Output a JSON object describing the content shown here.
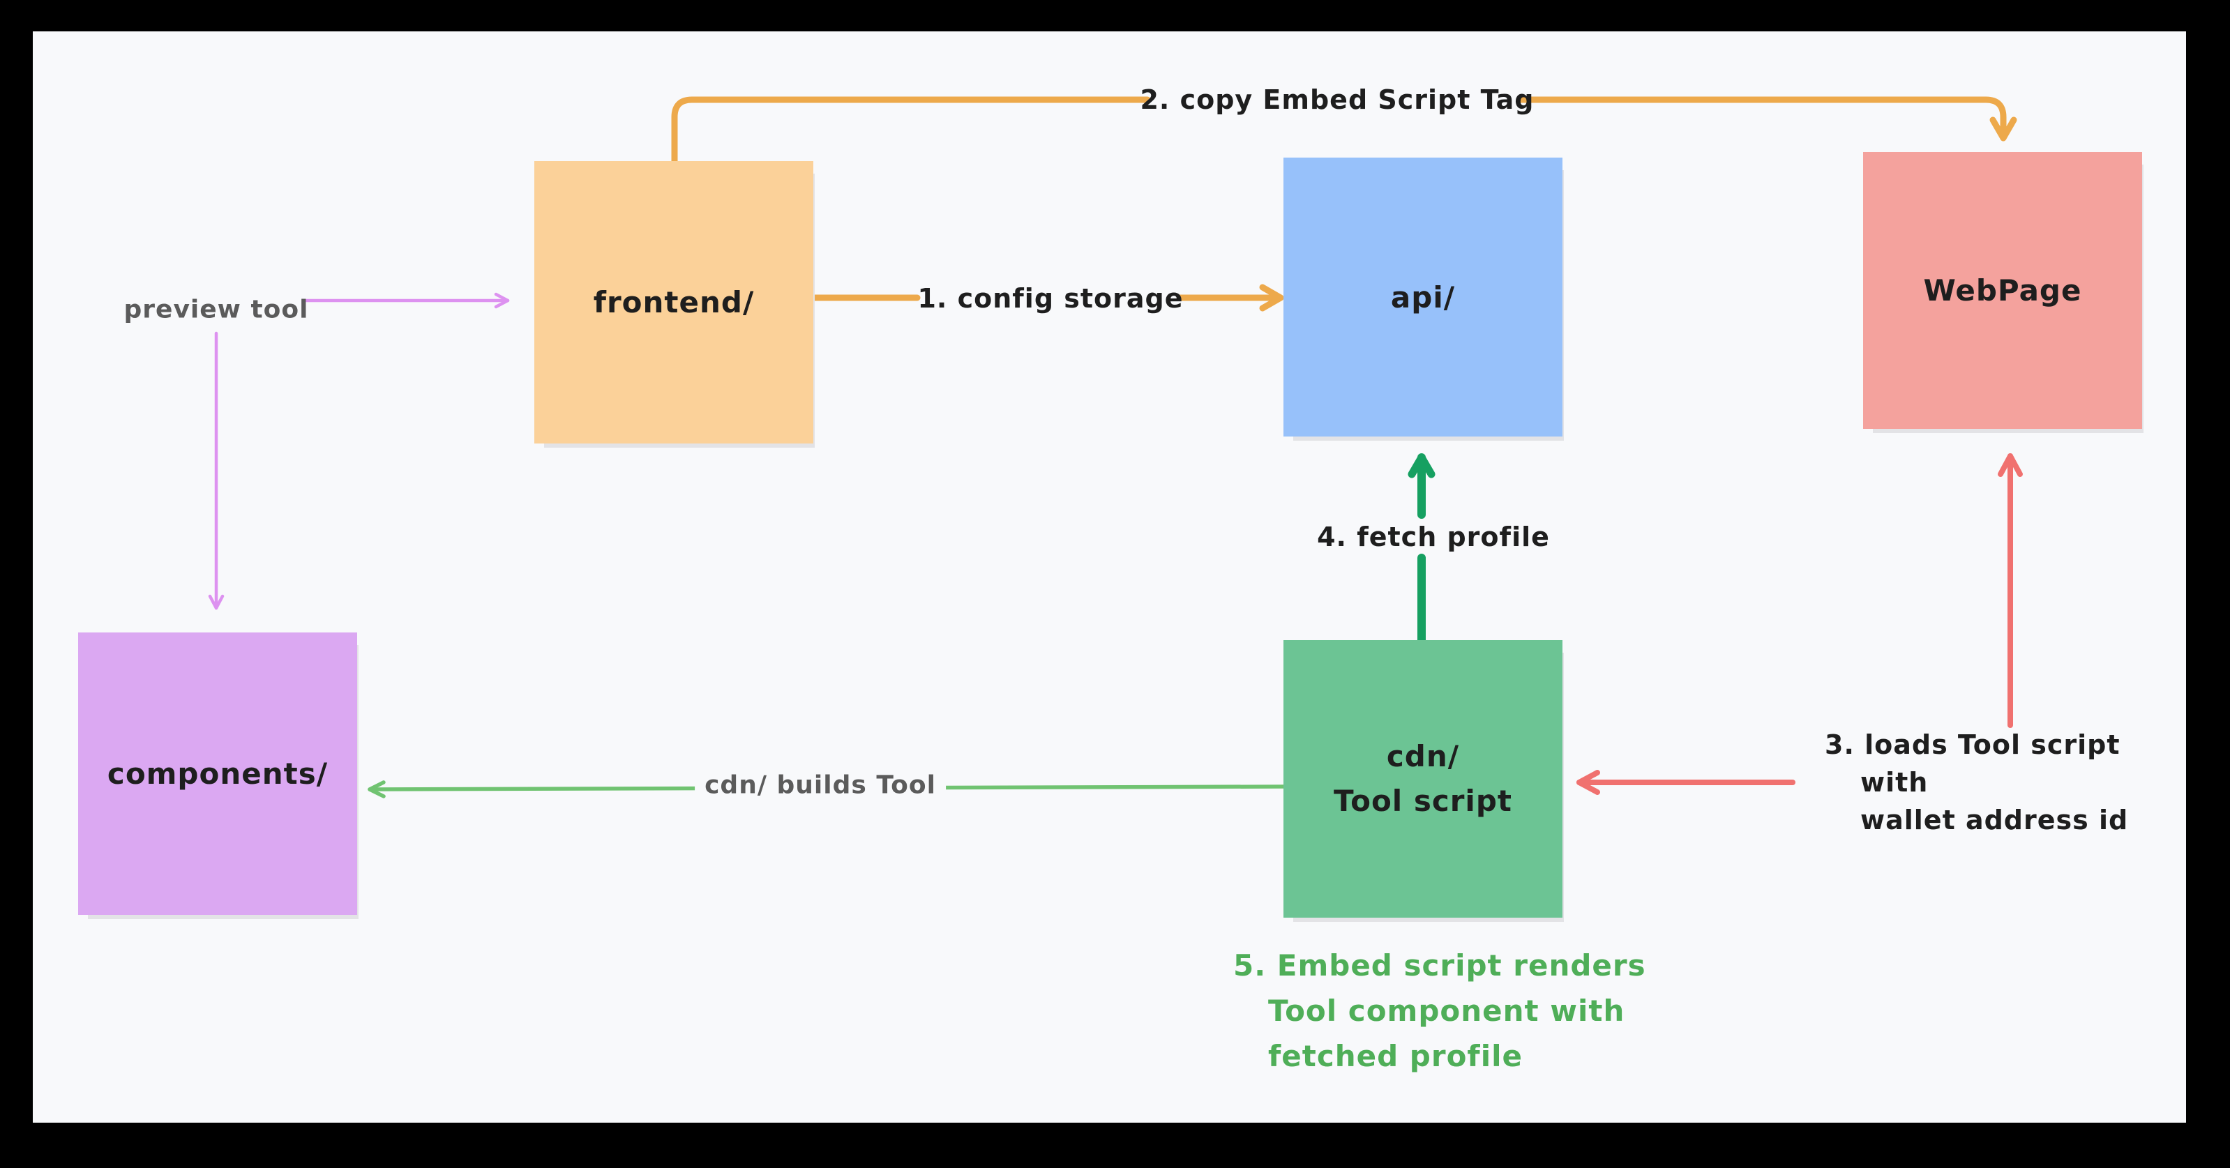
{
  "canvas": {
    "background": "#f8f9fb",
    "frame_color": "#000000"
  },
  "nodes": {
    "frontend": {
      "label": "frontend/",
      "fill": "#fbd199"
    },
    "api": {
      "label": "api/",
      "fill": "#97c1fa"
    },
    "webpage": {
      "label": "WebPage",
      "fill": "#f4a29d"
    },
    "components": {
      "label": "components/",
      "fill": "#dba8f2"
    },
    "cdn": {
      "label_line1": "cdn/",
      "label_line2": "Tool script",
      "fill": "#6cc494"
    }
  },
  "edges": {
    "preview_tool": {
      "label": "preview tool",
      "color": "#dd92f0",
      "from": "preview tool label",
      "to": "frontend/ and components/"
    },
    "config_storage": {
      "label": "1. config storage",
      "color": "#eda94b",
      "from": "frontend/",
      "to": "api/"
    },
    "copy_embed": {
      "label": "2. copy Embed Script Tag",
      "color": "#eda94b",
      "from": "frontend/",
      "to": "WebPage"
    },
    "fetch_profile": {
      "label": "4. fetch profile",
      "color": "#16a061",
      "from": "cdn/ Tool script",
      "to": "api/"
    },
    "loads_tool": {
      "label_line1": "3. loads Tool script",
      "label_line2": "with",
      "label_line3": "wallet address id",
      "color": "#f0716f",
      "from": "cdn/ Tool script",
      "to": "WebPage"
    },
    "builds_tool": {
      "label": "cdn/ builds Tool",
      "color": "#70c371",
      "from": "cdn/ Tool script",
      "to": "components/"
    }
  },
  "notes": {
    "embed_note": {
      "line1": "5. Embed script renders",
      "line2": "Tool component with",
      "line3": "fetched profile",
      "color": "#4fae58"
    }
  },
  "text_colors": {
    "node_label": "#1e1e1e",
    "edge_label_black": "#1e1e1e",
    "edge_label_gray": "#5b5b5b"
  }
}
